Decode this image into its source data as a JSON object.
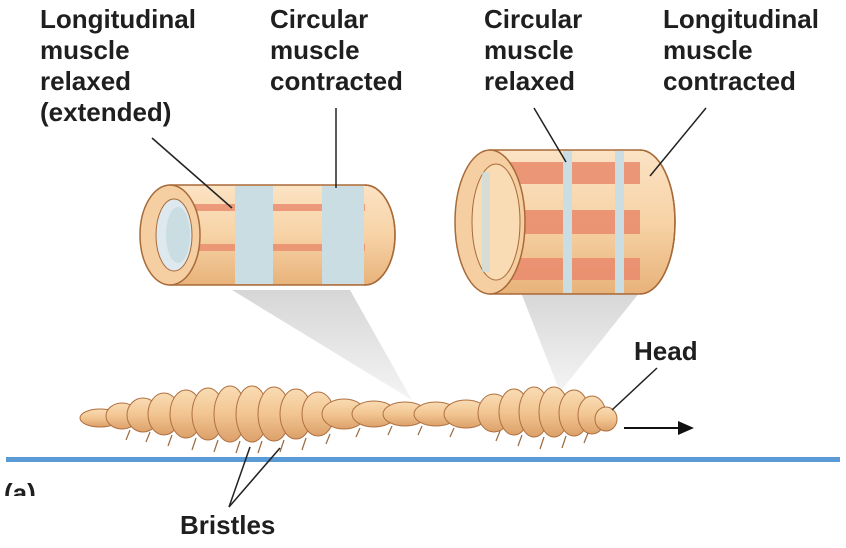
{
  "labels": {
    "left_longitudinal": [
      "Longitudinal",
      "muscle",
      "relaxed",
      "(extended)"
    ],
    "left_circular": [
      "Circular",
      "muscle",
      "contracted"
    ],
    "right_circular": [
      "Circular",
      "muscle",
      "relaxed"
    ],
    "right_longitudinal": [
      "Longitudinal",
      "muscle",
      "contracted"
    ],
    "head": "Head",
    "bristles": "Bristles",
    "panel": "(a)"
  },
  "colors": {
    "skin": "#f2c591",
    "skin_dark": "#d89a5c",
    "longitudinal_band": "#e98a6c",
    "circular_band": "#c9dde3",
    "ground_line": "#5b9bd5",
    "leader_line": "#222222",
    "zoom_cone": "#d9d9d9"
  },
  "icons": {
    "direction": "right-arrow-icon"
  }
}
